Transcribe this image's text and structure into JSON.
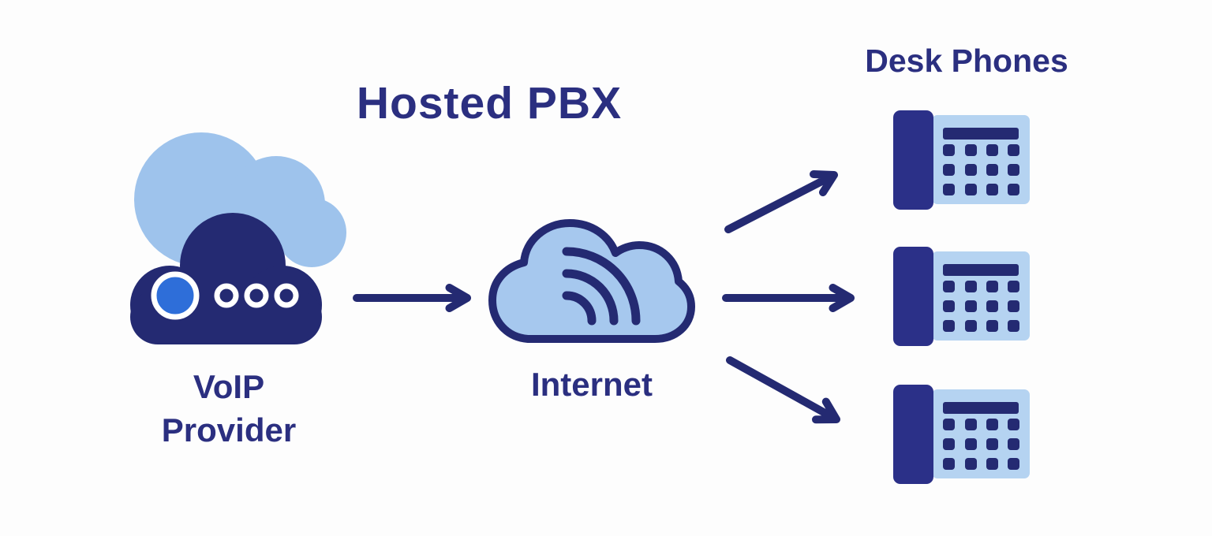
{
  "title": "Hosted PBX",
  "nodes": {
    "voip_provider": {
      "label": "VoIP Provider",
      "icon": "voip-cloud-icon"
    },
    "internet": {
      "label": "Internet",
      "icon": "internet-wifi-cloud-icon"
    },
    "desk_phones": {
      "label": "Desk Phones",
      "icon": "desk-phone-icon",
      "phone_count": 3
    }
  },
  "connections": [
    {
      "from": "voip_provider",
      "to": "internet",
      "style": "arrow"
    },
    {
      "from": "internet",
      "to": "desk_phone_1",
      "style": "arrow"
    },
    {
      "from": "internet",
      "to": "desk_phone_2",
      "style": "arrow"
    },
    {
      "from": "internet",
      "to": "desk_phone_3",
      "style": "arrow"
    }
  ],
  "colors": {
    "navy": "#242a72",
    "text_navy": "#2b2f80",
    "light_blue": "#9ec3ec",
    "cloud_fill": "#a6c8ee",
    "phone_body": "#b5d3f1",
    "handset": "#2b3088",
    "accent_blue": "#2e6ed9",
    "background": "#fdfdfd"
  }
}
